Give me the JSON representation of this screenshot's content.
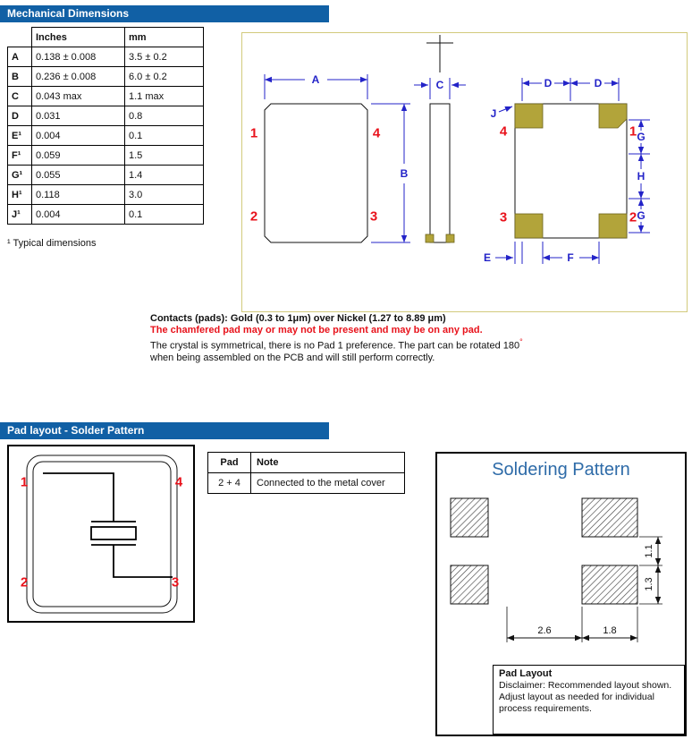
{
  "sections": {
    "mechanical": {
      "title": "Mechanical Dimensions"
    },
    "pad_layout": {
      "title": "Pad layout - Solder Pattern"
    }
  },
  "dim_table": {
    "headers": {
      "inches": "Inches",
      "mm": "mm"
    },
    "rows": [
      {
        "label": "A",
        "inches": "0.138 ± 0.008",
        "mm": "3.5 ± 0.2"
      },
      {
        "label": "B",
        "inches": "0.236 ± 0.008",
        "mm": "6.0 ± 0.2"
      },
      {
        "label": "C",
        "inches": "0.043 max",
        "mm": "1.1 max"
      },
      {
        "label": "D",
        "inches": "0.031",
        "mm": "0.8"
      },
      {
        "label": "E¹",
        "inches": "0.004",
        "mm": "0.1"
      },
      {
        "label": "F¹",
        "inches": "0.059",
        "mm": "1.5"
      },
      {
        "label": "G¹",
        "inches": "0.055",
        "mm": "1.4"
      },
      {
        "label": "H¹",
        "inches": "0.118",
        "mm": "3.0"
      },
      {
        "label": "J¹",
        "inches": "0.004",
        "mm": "0.1"
      }
    ],
    "footnote": "¹ Typical dimensions"
  },
  "drawing": {
    "dims": {
      "A": "A",
      "B": "B",
      "C": "C",
      "D": "D",
      "E": "E",
      "F": "F",
      "G": "G",
      "H": "H",
      "J": "J"
    },
    "pads": {
      "p1": "1",
      "p2": "2",
      "p3": "3",
      "p4": "4"
    }
  },
  "contacts": {
    "line1": "Contacts (pads): Gold (0.3 to 1μm) over Nickel (1.27 to 8.89 μm)",
    "line2": "The chamfered pad may or may not be present and may be on any pad.",
    "line3": "The crystal is symmetrical, there is no Pad 1 preference. The part can be rotated 180",
    "line3_degree": "°",
    "line4": "when being assembled on the PCB and will still perform correctly."
  },
  "pad_table": {
    "headers": {
      "pad": "Pad",
      "note": "Note"
    },
    "rows": [
      {
        "pad": "2 + 4",
        "note": "Connected to the metal cover"
      }
    ]
  },
  "soldering": {
    "title": "Soldering Pattern",
    "dims": {
      "h_left": "2.6",
      "h_right": "1.8",
      "v_top": "1.1",
      "v_bottom": "1.3"
    },
    "pad_layout": {
      "title": "Pad Layout",
      "text": "Disclaimer: Recommended layout shown. Adjust layout as needed for individual process requirements."
    }
  },
  "colors": {
    "header_blue": "#1160a5",
    "dim_blue": "#2323c8",
    "red": "#e8121b",
    "gold": "#b2a43a",
    "soldering_title_blue": "#2e6ba8"
  }
}
